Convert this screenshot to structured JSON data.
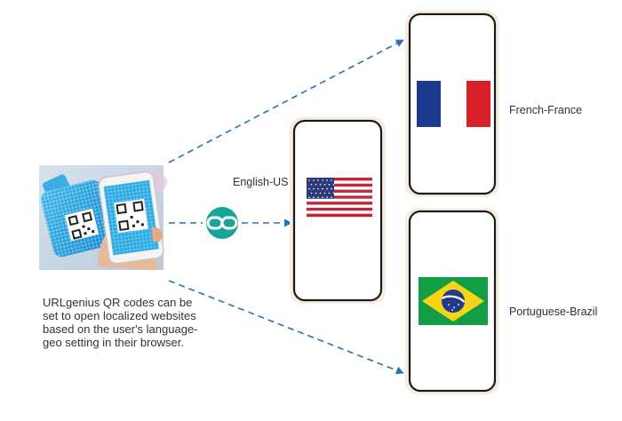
{
  "caption": "URLgenius QR codes can be set to open localized websites based on the user's language-geo setting in their browser.",
  "destinations": {
    "english_us": {
      "label": "English-US"
    },
    "french_france": {
      "label": "French-France"
    },
    "portuguese_brazil": {
      "label": "Portuguese-Brazil"
    }
  },
  "colors": {
    "arrow": "#2e6db4",
    "link_badge": "#1aa39a",
    "phone_frame": "#1a1a1a",
    "phone_shadow": "#f3e7d9",
    "france_blue": "#1b3a8f",
    "france_red": "#d61f26",
    "us_red": "#c0283a",
    "us_blue": "#2b3a7a",
    "brazil_green": "#139e45",
    "brazil_yellow": "#f7d417",
    "brazil_blue": "#233a8a"
  },
  "icons": {
    "link": "link-icon",
    "photo": "qr-scan-photo"
  }
}
